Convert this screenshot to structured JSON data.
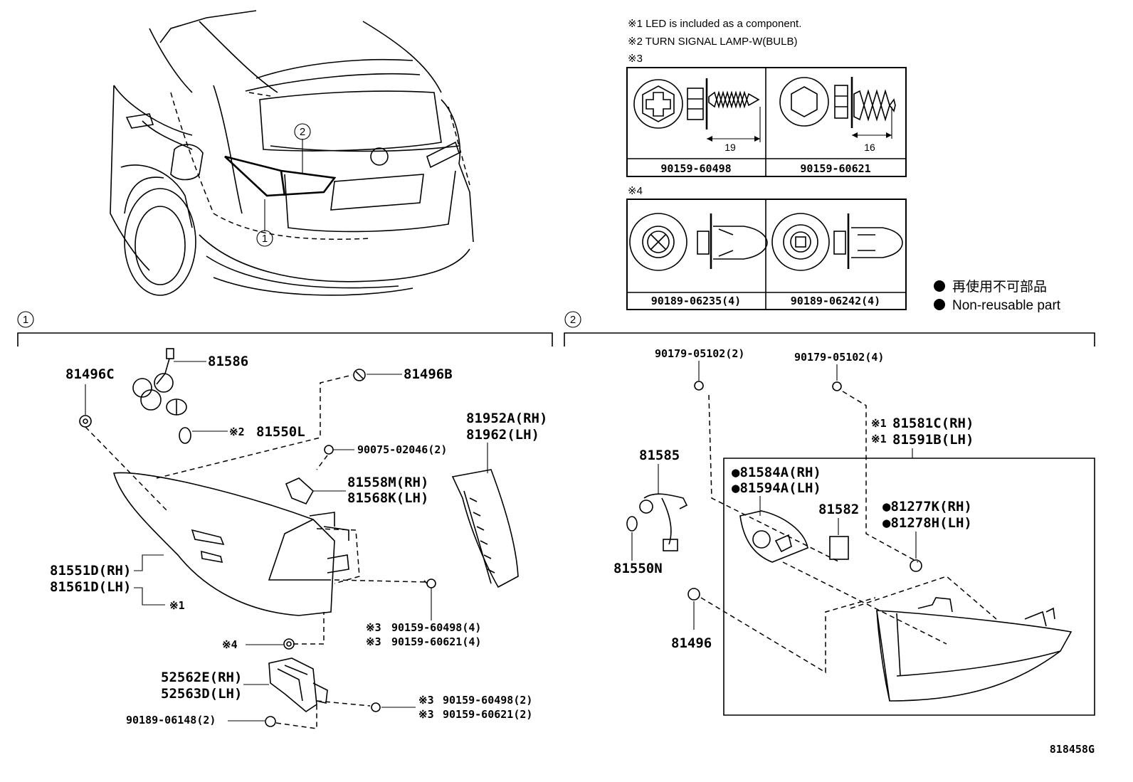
{
  "notes": {
    "note1": "※1 LED is included as a component.",
    "note2": "※2 TURN SIGNAL LAMP-W(BULB)",
    "note3": "※3",
    "note4": "※4"
  },
  "fastener_table_3": {
    "cells": [
      {
        "part_no": "90159-60498",
        "dimension": "19"
      },
      {
        "part_no": "90159-60621",
        "dimension": "16"
      }
    ]
  },
  "fastener_table_4": {
    "cells": [
      {
        "part_no": "90189-06235(4)"
      },
      {
        "part_no": "90189-06242(4)"
      }
    ]
  },
  "legend": {
    "jp": "再使用不可部品",
    "en": "Non-reusable part"
  },
  "callouts": {
    "c1": "1",
    "c2": "2"
  },
  "group1": {
    "p81496C": "81496C",
    "p81586": "81586",
    "p81496B": "81496B",
    "p81550L_mark": "※2",
    "p81550L": "81550L",
    "p81952A": "81952A(RH)",
    "p81962": "81962(LH)",
    "p90075": "90075-02046(2)",
    "p81558M": "81558M(RH)",
    "p81568K": "81568K(LH)",
    "p81551D": "81551D(RH)",
    "p81561D": "81561D(LH)",
    "mark1": "※1",
    "mark4": "※4",
    "bolt_a_mark": "※3",
    "bolt_a": "90159-60498(4)",
    "bolt_b_mark": "※3",
    "bolt_b": "90159-60621(4)",
    "p52562E": "52562E(RH)",
    "p52563D": "52563D(LH)",
    "bolt_c_mark": "※3",
    "bolt_c": "90159-60498(2)",
    "bolt_d_mark": "※3",
    "bolt_d": "90159-60621(2)",
    "p90189": "90189-06148(2)"
  },
  "group2": {
    "p90179a": "90179-05102(2)",
    "p90179b": "90179-05102(4)",
    "p81581C_mark": "※1",
    "p81581C": "81581C(RH)",
    "p81591B_mark": "※1",
    "p81591B": "81591B(LH)",
    "p81585": "81585",
    "p81584A": "●81584A(RH)",
    "p81594A": "●81594A(LH)",
    "p81582": "81582",
    "p81277K": "●81277K(RH)",
    "p81278H": "●81278H(LH)",
    "p81550N": "81550N",
    "p81496": "81496"
  },
  "diagram_id": "818458G"
}
